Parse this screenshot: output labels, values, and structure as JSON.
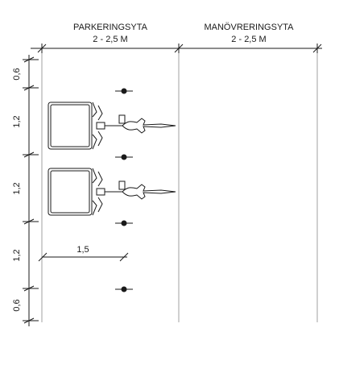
{
  "zones": {
    "parking_label": "PARKERINGSYTA",
    "parking_width": "2 - 2,5 M",
    "maneuver_label": "MANÖVRERINGSYTA",
    "maneuver_width": "2 - 2,5 M"
  },
  "vertical_dims": [
    "0,6",
    "1,2",
    "1,2",
    "1,2",
    "0,6"
  ],
  "horizontal_dim": "1,5",
  "colors": {
    "ink": "#1a1a1a",
    "grid": "#8a8a8a"
  }
}
